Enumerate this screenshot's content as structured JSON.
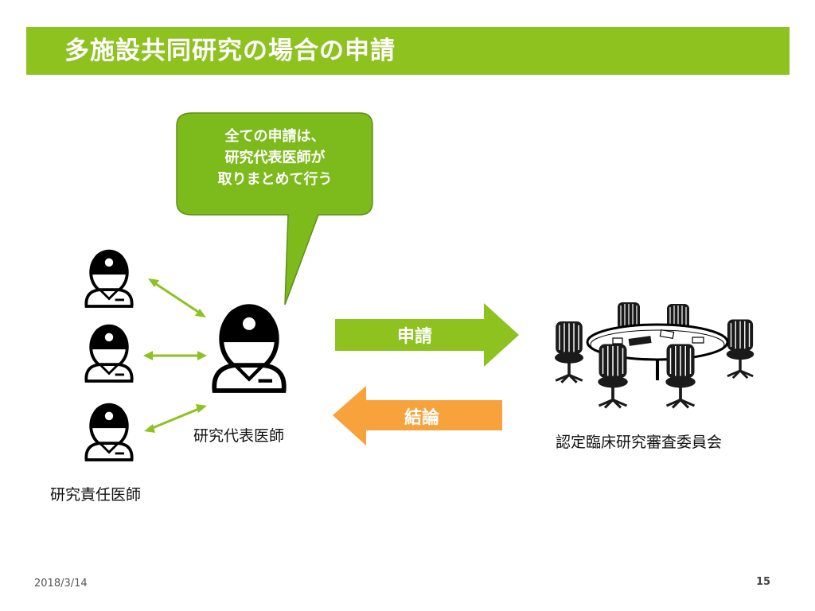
{
  "slide": {
    "title": "多施設共同研究の場合の申請",
    "date": "2018/3/14",
    "page_number": "15"
  },
  "callout": {
    "lines": [
      "全ての申請は、",
      "研究代表医師が",
      "取りまとめて行う"
    ]
  },
  "actors": {
    "lead_physician": "研究代表医師",
    "site_physicians": "研究責任医師",
    "committee": "認定臨床研究審査委員会"
  },
  "flows": {
    "application": "申請",
    "conclusion": "結論"
  },
  "colors": {
    "accent_green": "#8dc21f",
    "accent_orange": "#f7a23b",
    "callout_green": "#7dbb1c"
  }
}
